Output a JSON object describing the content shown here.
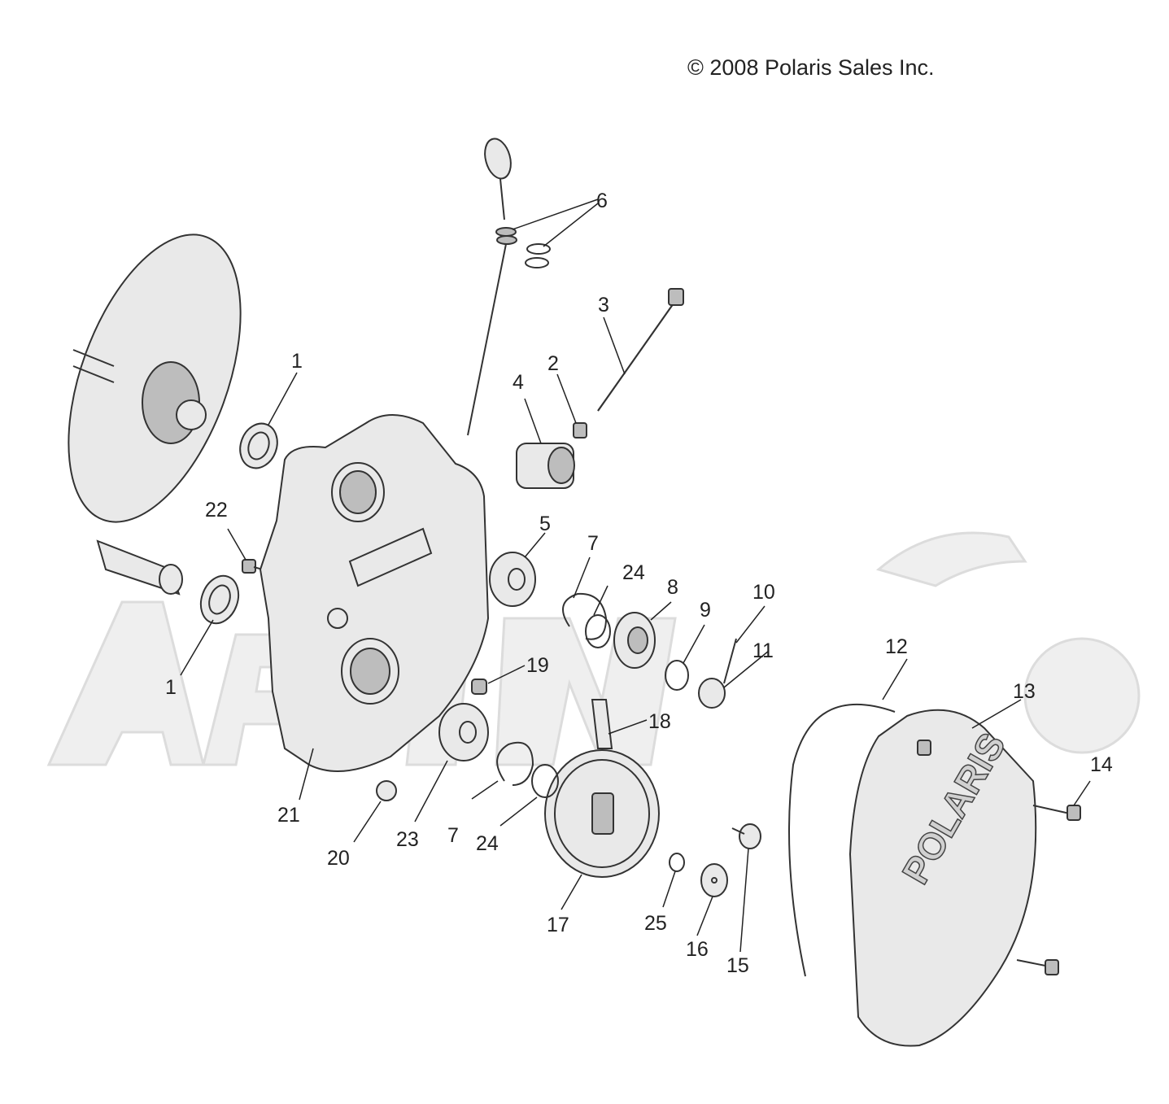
{
  "copyright": "© 2008 Polaris Sales Inc.",
  "callouts": {
    "c1a": "1",
    "c1b": "1",
    "c2": "2",
    "c3": "3",
    "c4": "4",
    "c5": "5",
    "c6": "6",
    "c7a": "7",
    "c7b": "7",
    "c8": "8",
    "c9": "9",
    "c10": "10",
    "c11": "11",
    "c12": "12",
    "c13": "13",
    "c14": "14",
    "c15": "15",
    "c16": "16",
    "c17": "17",
    "c18": "18",
    "c19": "19",
    "c20": "20",
    "c21": "21",
    "c22": "22",
    "c23": "23",
    "c24a": "24",
    "c24b": "24",
    "c25": "25"
  },
  "cover_logo": "POLARIS",
  "colors": {
    "line": "#333333",
    "watermark": "#efefef"
  }
}
